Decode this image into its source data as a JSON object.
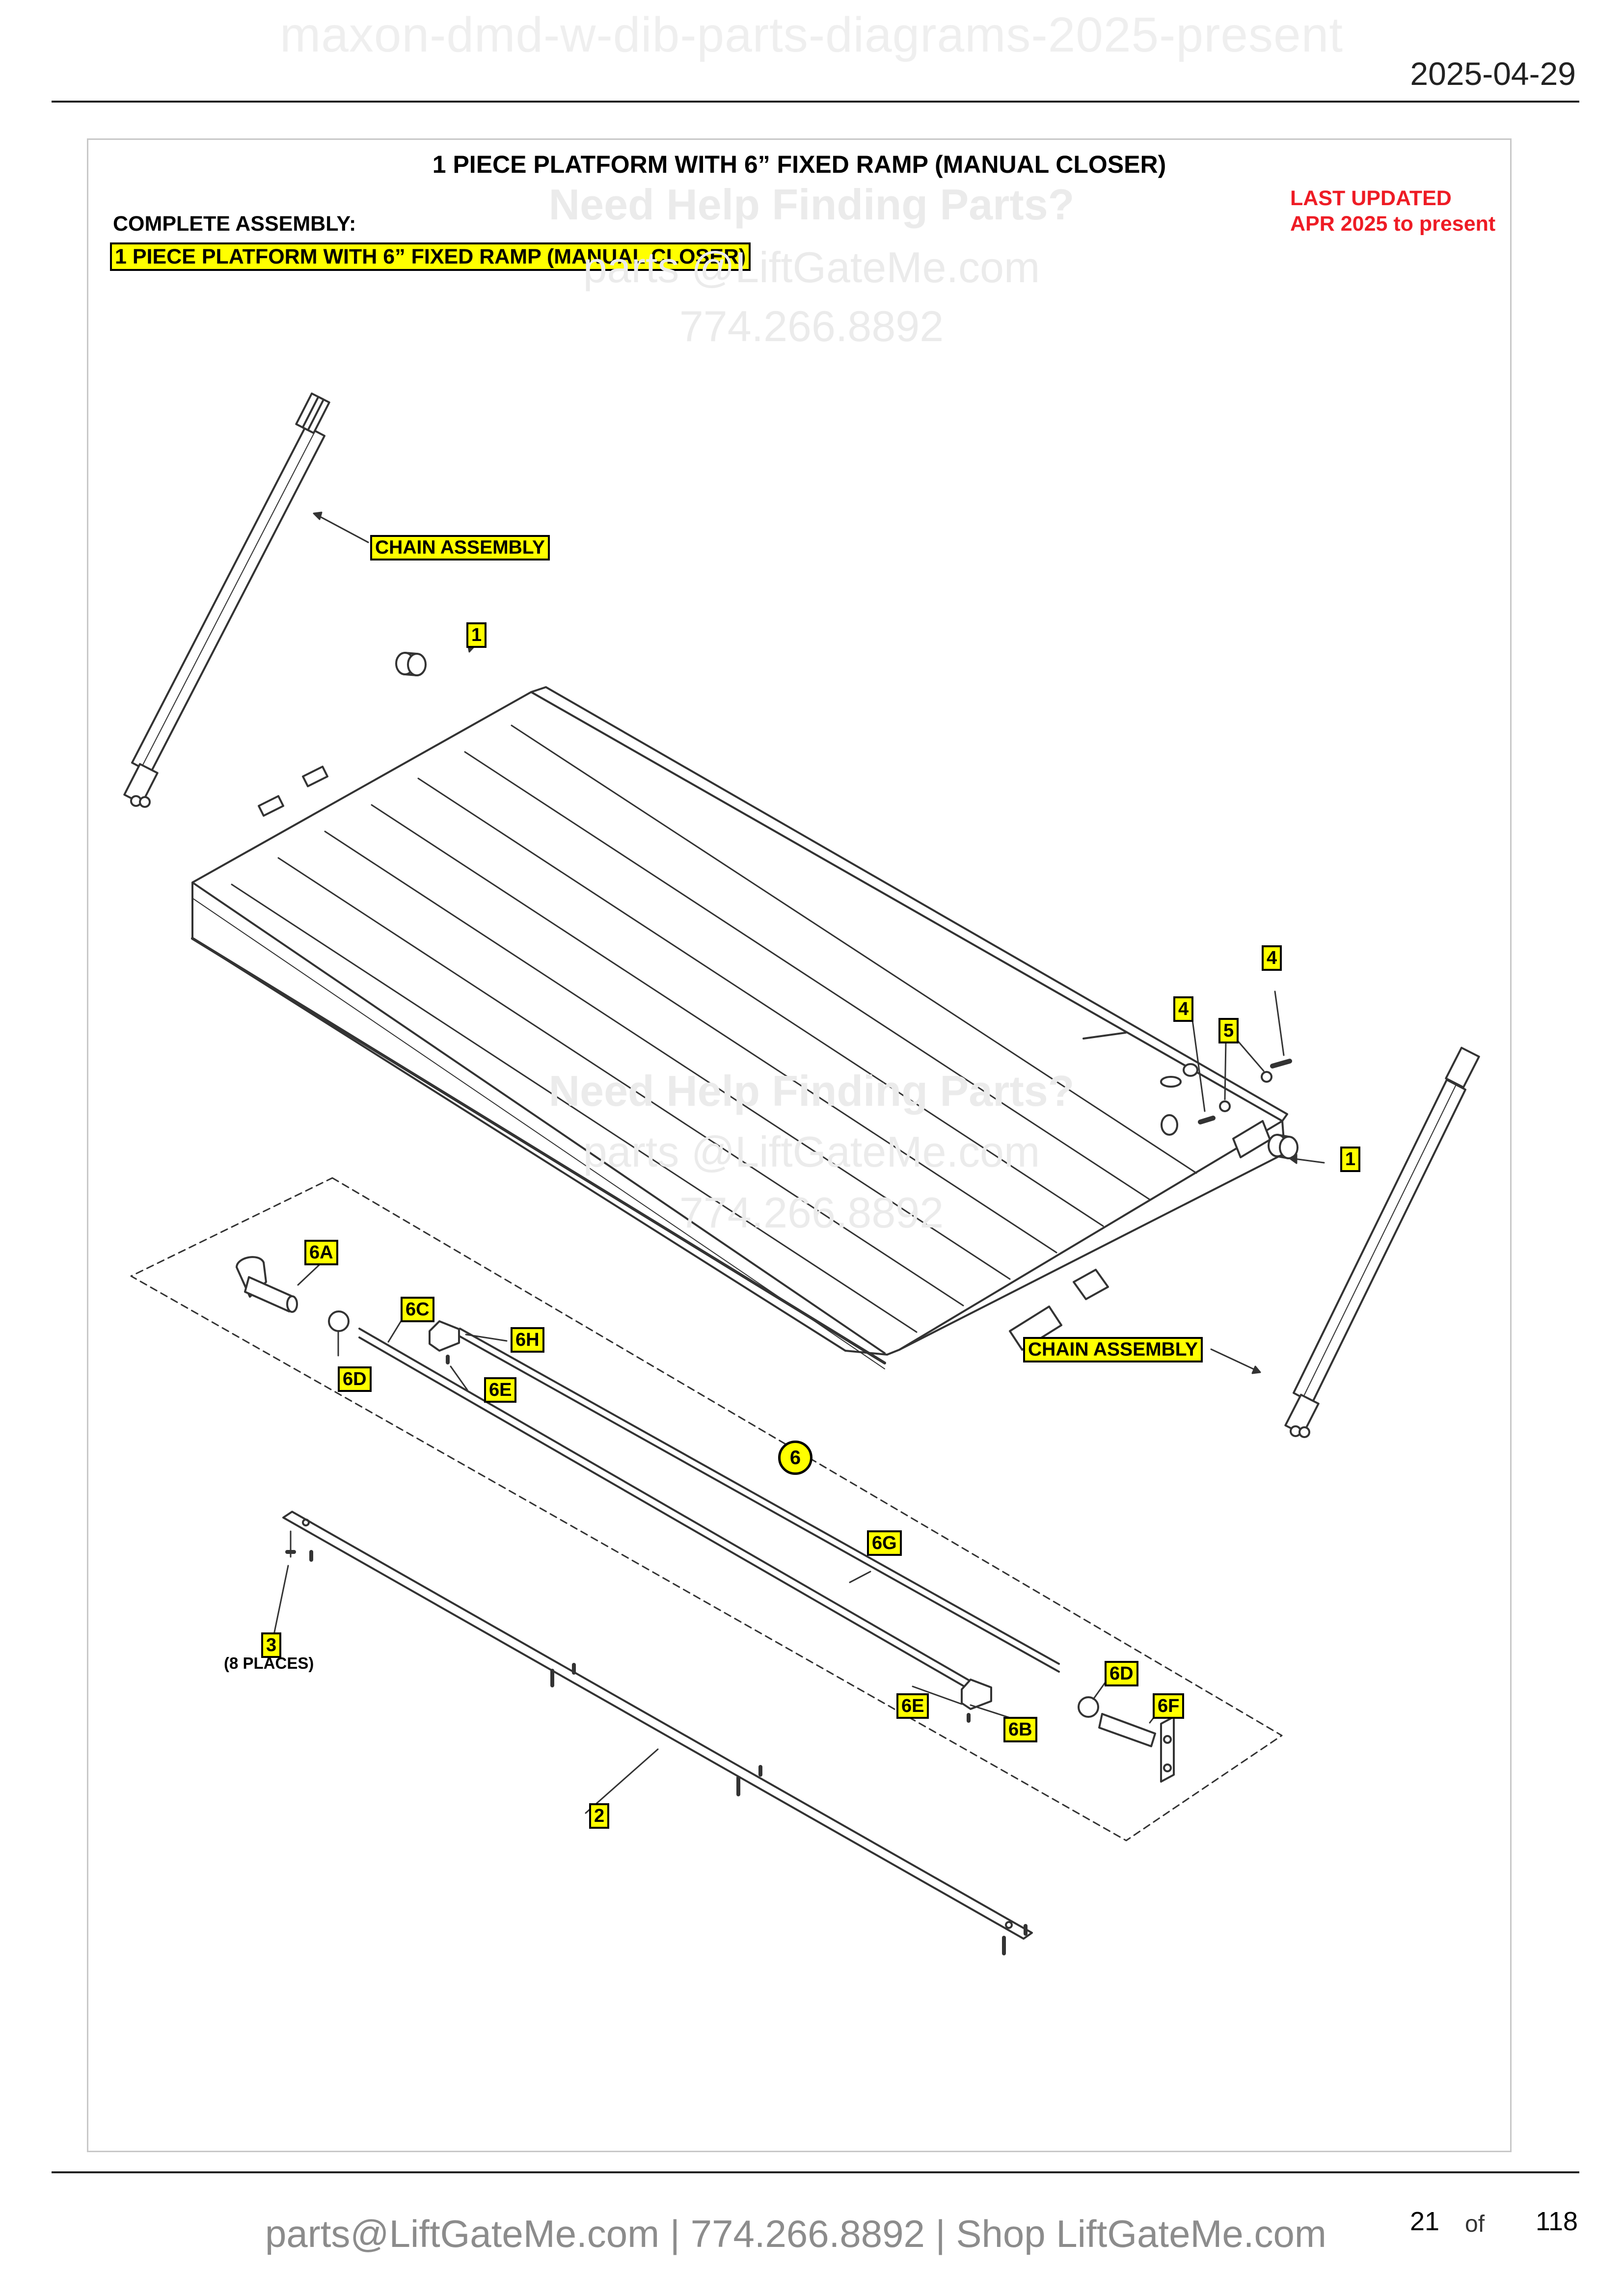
{
  "header": {
    "watermark": "maxon-dmd-w-dib-parts-diagrams-2025-present",
    "date": "2025-04-29"
  },
  "diagram": {
    "title": "1 PIECE PLATFORM WITH 6” FIXED RAMP (MANUAL CLOSER)",
    "assembly_label": "COMPLETE ASSEMBLY:",
    "assembly_name": "1 PIECE PLATFORM WITH 6” FIXED RAMP (MANUAL CLOSER)",
    "last_updated": "LAST UPDATED",
    "last_updated_range": "APR 2025 to present",
    "places_note": "(8 PLACES)",
    "callouts": {
      "chain_assembly_left": "CHAIN ASSEMBLY",
      "chain_assembly_right": "CHAIN ASSEMBLY",
      "part_1_top": "1",
      "part_1_right": "1",
      "part_2": "2",
      "part_3": "3",
      "part_4_a": "4",
      "part_4_b": "4",
      "part_5": "5",
      "part_6": "6",
      "part_6a": "6A",
      "part_6b": "6B",
      "part_6c": "6C",
      "part_6d_left": "6D",
      "part_6d_right": "6D",
      "part_6e_left": "6E",
      "part_6e_right": "6E",
      "part_6f": "6F",
      "part_6g": "6G",
      "part_6h": "6H"
    },
    "colors": {
      "tag_fill": "#ffff00",
      "updated_text": "#ee1c25",
      "line": "#333333"
    }
  },
  "watermark": {
    "help_text": "Need Help Finding Parts?",
    "email": "parts @LiftGateMe.com",
    "phone": "774.266.8892"
  },
  "footer": {
    "contact": "parts@LiftGateMe.com | 774.266.8892 | Shop LiftGateMe.com",
    "page_number": "21",
    "page_of": "of",
    "page_total": "118"
  }
}
